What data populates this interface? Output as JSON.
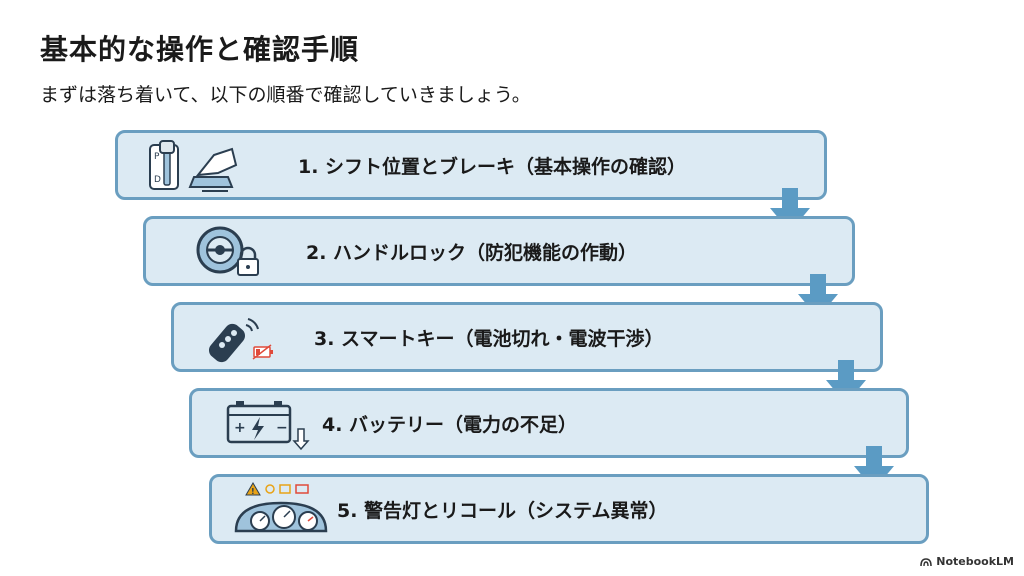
{
  "title": "基本的な操作と確認手順",
  "subtitle": "まずは落ち着いて、以下の順番で確認していきましょう。",
  "steps": [
    {
      "label": "1.  シフト位置とブレーキ（基本操作の確認）",
      "icon": "shift-brake-icon"
    },
    {
      "label": "2.  ハンドルロック（防犯機能の作動）",
      "icon": "steering-lock-icon"
    },
    {
      "label": "3.  スマートキー（電池切れ・電波干渉）",
      "icon": "smart-key-icon"
    },
    {
      "label": "4.  バッテリー（電力の不足）",
      "icon": "car-battery-icon"
    },
    {
      "label": "5.  警告灯とリコール（システム異常）",
      "icon": "warning-lights-icon"
    }
  ],
  "icon_text": {
    "shift_p": "P",
    "shift_d": "D"
  },
  "brand": "NotebookLM",
  "colors": {
    "box_fill": "#dceaf3",
    "box_border": "#6a9ec0",
    "arrow": "#5b9bc4",
    "warning": "#e8a317",
    "battery_low": "#e04a3a"
  }
}
